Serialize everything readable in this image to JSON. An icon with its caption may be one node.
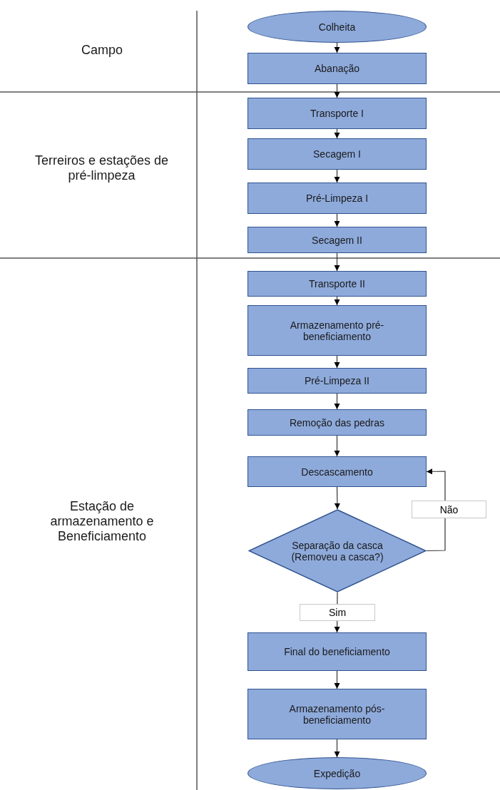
{
  "diagram": {
    "nodes": [
      {
        "text": [
          "Colheita"
        ]
      },
      {
        "text": [
          "Abanação"
        ]
      },
      {
        "text": [
          "Transporte I"
        ]
      },
      {
        "text": [
          "Secagem I"
        ]
      },
      {
        "text": [
          "Pré-Limpeza I"
        ]
      },
      {
        "text": [
          "Secagem II"
        ]
      },
      {
        "text": [
          "Transporte II"
        ]
      },
      {
        "text": [
          "Armazenamento pré-beneficiamento"
        ]
      },
      {
        "text": [
          "Pré-Limpeza II"
        ]
      },
      {
        "text": [
          "Remoção das pedras"
        ]
      },
      {
        "text": [
          "Descascamento"
        ]
      },
      {
        "text": [
          "Separação da casca (Removeu a casca?)"
        ]
      },
      {
        "text": [
          "Final do beneficiamento"
        ]
      },
      {
        "text": [
          "Armazenamento pós-beneficiamento"
        ]
      },
      {
        "text": [
          "Expedição"
        ]
      }
    ],
    "edges": [
      {
        "from": 0,
        "to": 1,
        "arrow": "to"
      },
      {
        "from": 1,
        "to": 2,
        "arrow": "to"
      },
      {
        "from": 2,
        "to": 3,
        "arrow": "to"
      },
      {
        "from": 3,
        "to": 4,
        "arrow": "to"
      },
      {
        "from": 4,
        "to": 5,
        "arrow": "to"
      },
      {
        "from": 5,
        "to": 6,
        "arrow": "to"
      },
      {
        "from": 6,
        "to": 7,
        "arrow": "to"
      },
      {
        "from": 7,
        "to": 8,
        "arrow": "to"
      },
      {
        "from": 8,
        "to": 9,
        "arrow": "to"
      },
      {
        "from": 9,
        "to": 10,
        "arrow": "to"
      },
      {
        "from": 10,
        "to": 11,
        "arrow": "to"
      },
      {
        "from": 11,
        "to": 10,
        "arrow": "to",
        "label": "Não"
      },
      {
        "from": 11,
        "to": 12,
        "arrow": "to",
        "label": "Sim"
      },
      {
        "from": 12,
        "to": 13,
        "arrow": "to"
      },
      {
        "from": 13,
        "to": 14,
        "arrow": "to"
      }
    ],
    "labels": [
      "Campo",
      "Terreiros e estações de pré-limpeza",
      "Estação de armazenamento e Beneficiamento"
    ]
  }
}
